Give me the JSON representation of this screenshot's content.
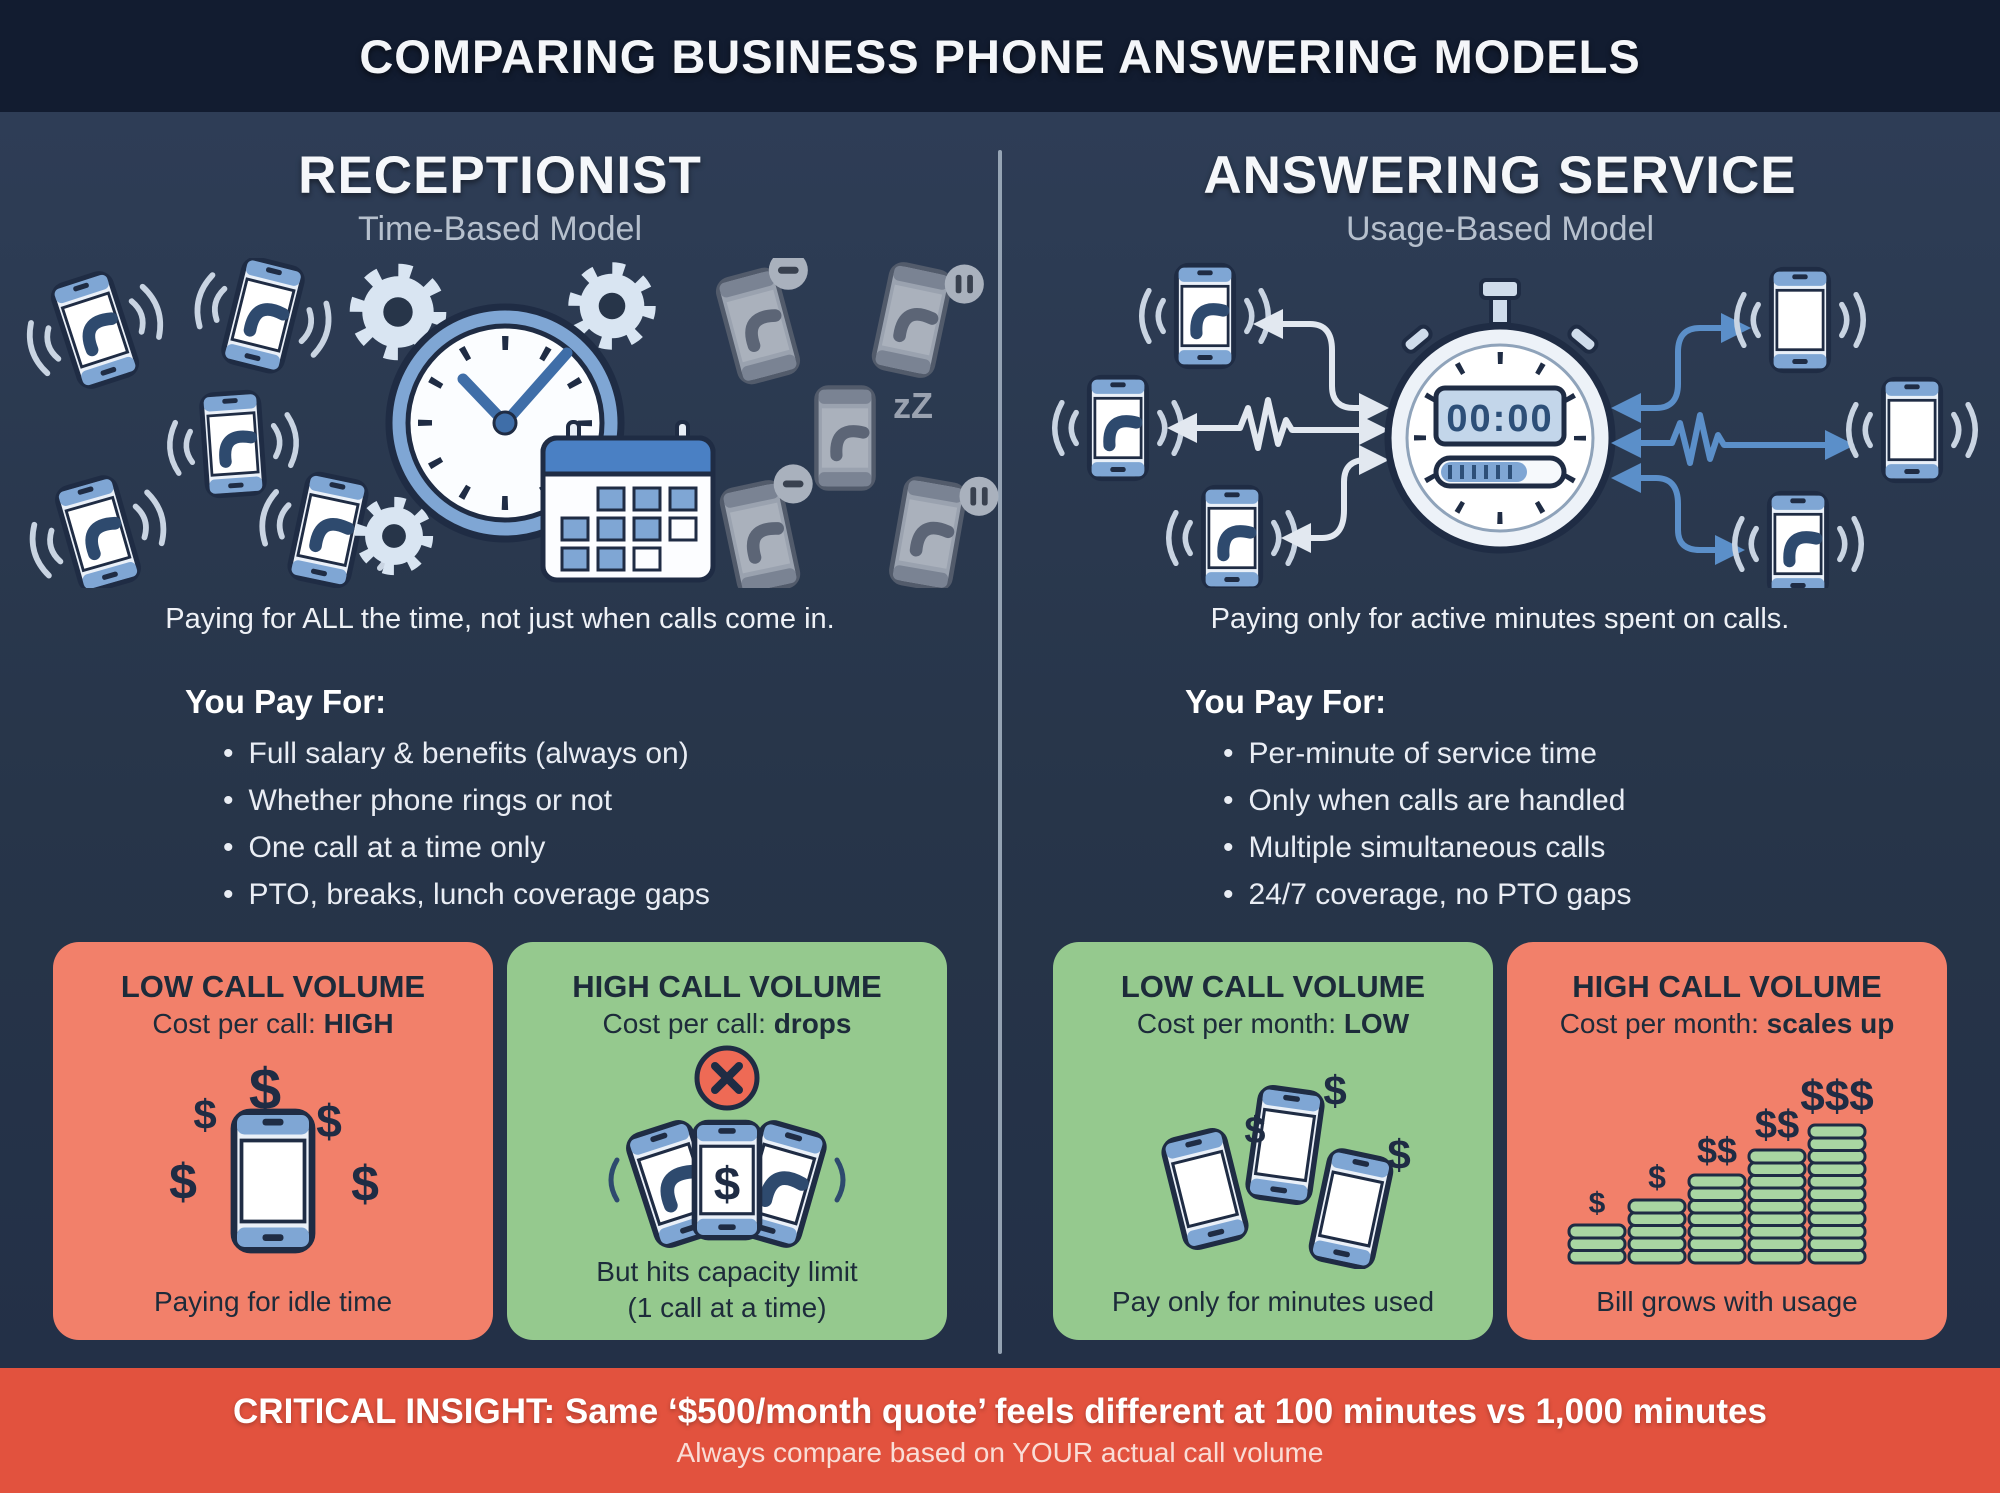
{
  "title": "COMPARING BUSINESS PHONE ANSWERING MODELS",
  "columns": {
    "left": {
      "heading": "RECEPTIONIST",
      "subheading": "Time-Based Model",
      "caption": "Paying for ALL the time, not just when calls come in.",
      "pay_for": {
        "label": "You Pay For:",
        "bullets": [
          "Full salary & benefits (always on)",
          "Whether phone rings or not",
          "One call at a time only",
          "PTO, breaks, lunch coverage gaps"
        ]
      },
      "cards": [
        {
          "variant": "red",
          "title": "LOW CALL VOLUME",
          "cost_label": "Cost per call:",
          "cost_value": "HIGH",
          "footer_line1": "Paying for idle time",
          "footer_line2": ""
        },
        {
          "variant": "green",
          "title": "HIGH CALL VOLUME",
          "cost_label": "Cost per call:",
          "cost_value": "drops",
          "footer_line1": "But hits capacity limit",
          "footer_line2": "(1 call at a time)"
        }
      ]
    },
    "right": {
      "heading": "ANSWERING SERVICE",
      "subheading": "Usage-Based Model",
      "caption": "Paying only for active minutes spent on calls.",
      "pay_for": {
        "label": "You Pay For:",
        "bullets": [
          "Per-minute of service time",
          "Only when calls are handled",
          "Multiple simultaneous calls",
          "24/7 coverage, no PTO gaps"
        ]
      },
      "cards": [
        {
          "variant": "green",
          "title": "LOW CALL VOLUME",
          "cost_label": "Cost per month:",
          "cost_value": "LOW",
          "footer_line1": "Pay only for minutes used",
          "footer_line2": ""
        },
        {
          "variant": "red",
          "title": "HIGH CALL VOLUME",
          "cost_label": "Cost per month:",
          "cost_value": "scales up",
          "footer_line1": "Bill grows with usage",
          "footer_line2": ""
        }
      ]
    }
  },
  "banner": {
    "line1": "CRITICAL INSIGHT: Same ‘$500/month quote’ feels different at 100 minutes vs 1,000 minutes",
    "line2": "Always compare based on YOUR actual call volume"
  },
  "glyphs": {
    "dollar": "$",
    "sleep": "zZ",
    "stopwatch_display": "00:00",
    "coin_labels": [
      "$",
      "$",
      "$$",
      "$$",
      "$$$"
    ]
  },
  "colors": {
    "background": "#273549",
    "title_bar": "#121c30",
    "card_red": "#F2806A",
    "card_green": "#95C98E",
    "banner": "#E2523E",
    "accent_blue": "#5b8fc9",
    "outline_dark": "#1f2c44"
  }
}
